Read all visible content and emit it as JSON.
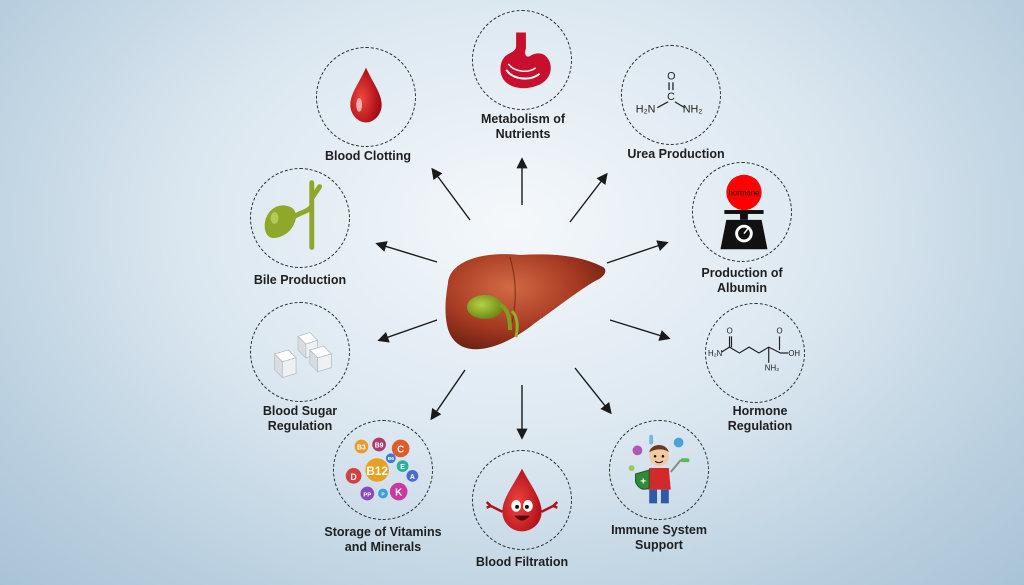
{
  "functions": [
    {
      "id": "blood-clotting",
      "label": "Blood Clotting",
      "icon": "blood-drop-icon"
    },
    {
      "id": "metabolism",
      "label": "Metabolism of\nNutrients",
      "icon": "stomach-icon"
    },
    {
      "id": "urea",
      "label": "Urea Production",
      "icon": "urea-molecule-icon"
    },
    {
      "id": "albumin",
      "label": "Production of\nAlbumin",
      "icon": "hormone-scale-icon",
      "icon_text": "hormone"
    },
    {
      "id": "hormone",
      "label": "Hormone\nRegulation",
      "icon": "amino-acid-molecule-icon"
    },
    {
      "id": "immune",
      "label": "Immune System\nSupport",
      "icon": "child-with-shield-icon"
    },
    {
      "id": "filtration",
      "label": "Blood Filtration",
      "icon": "blood-drop-character-icon"
    },
    {
      "id": "vitamins",
      "label": "Storage of Vitamins\nand Minerals",
      "icon": "vitamins-icon"
    },
    {
      "id": "sugar",
      "label": "Blood Sugar\nRegulation",
      "icon": "sugar-cubes-icon"
    },
    {
      "id": "bile",
      "label": "Bile Production",
      "icon": "gallbladder-icon"
    }
  ],
  "urea_formula": {
    "o": "O",
    "c": "C",
    "left": "H₂N",
    "right": "NH₂"
  },
  "glutamine_formula": {
    "o1": "O",
    "o2": "O",
    "left": "H₂N",
    "right": "OH",
    "bottom": "NH₂"
  },
  "vitamin_letters": [
    "B3",
    "B9",
    "C",
    "B6",
    "D",
    "B12",
    "E",
    "PP",
    "K",
    "A",
    "P"
  ],
  "center": {
    "icon": "liver-icon"
  },
  "colors": {
    "accent_red": "#c8102e",
    "liver": "#a63a22",
    "gall": "#7e9e22"
  }
}
